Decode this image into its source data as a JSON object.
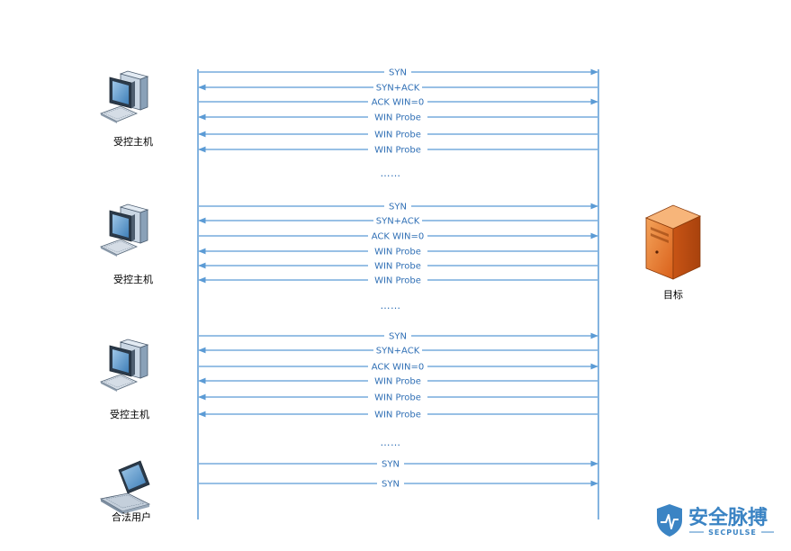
{
  "actors": {
    "host_label": "受控主机",
    "user_label": "合法用户",
    "target_label": "目标"
  },
  "dots": "……",
  "groups": [
    {
      "messages": [
        {
          "label": "SYN",
          "dir": "right"
        },
        {
          "label": "SYN+ACK",
          "dir": "left"
        },
        {
          "label": "ACK WIN=0",
          "dir": "right"
        },
        {
          "label": "WIN Probe",
          "dir": "left"
        },
        {
          "label": "WIN Probe",
          "dir": "left"
        },
        {
          "label": "WIN Probe",
          "dir": "left"
        }
      ]
    },
    {
      "messages": [
        {
          "label": "SYN",
          "dir": "right"
        },
        {
          "label": "SYN+ACK",
          "dir": "left"
        },
        {
          "label": "ACK WIN=0",
          "dir": "right"
        },
        {
          "label": "WIN Probe",
          "dir": "left"
        },
        {
          "label": "WIN Probe",
          "dir": "left"
        },
        {
          "label": "WIN Probe",
          "dir": "left"
        }
      ]
    },
    {
      "messages": [
        {
          "label": "SYN",
          "dir": "right"
        },
        {
          "label": "SYN+ACK",
          "dir": "left"
        },
        {
          "label": "ACK WIN=0",
          "dir": "right"
        },
        {
          "label": "WIN Probe",
          "dir": "left"
        },
        {
          "label": "WIN Probe",
          "dir": "left"
        },
        {
          "label": "WIN Probe",
          "dir": "left"
        }
      ]
    },
    {
      "messages": [
        {
          "label": "SYN",
          "dir": "right"
        },
        {
          "label": "SYN",
          "dir": "right"
        }
      ]
    }
  ],
  "logo": {
    "name_cn": "安全脉搏",
    "name_en": "SECPULSE"
  },
  "colors": {
    "line": "#5b9bd5",
    "text": "#2f6fb5",
    "server": "#e8782c",
    "logo": "#3b84c4"
  }
}
